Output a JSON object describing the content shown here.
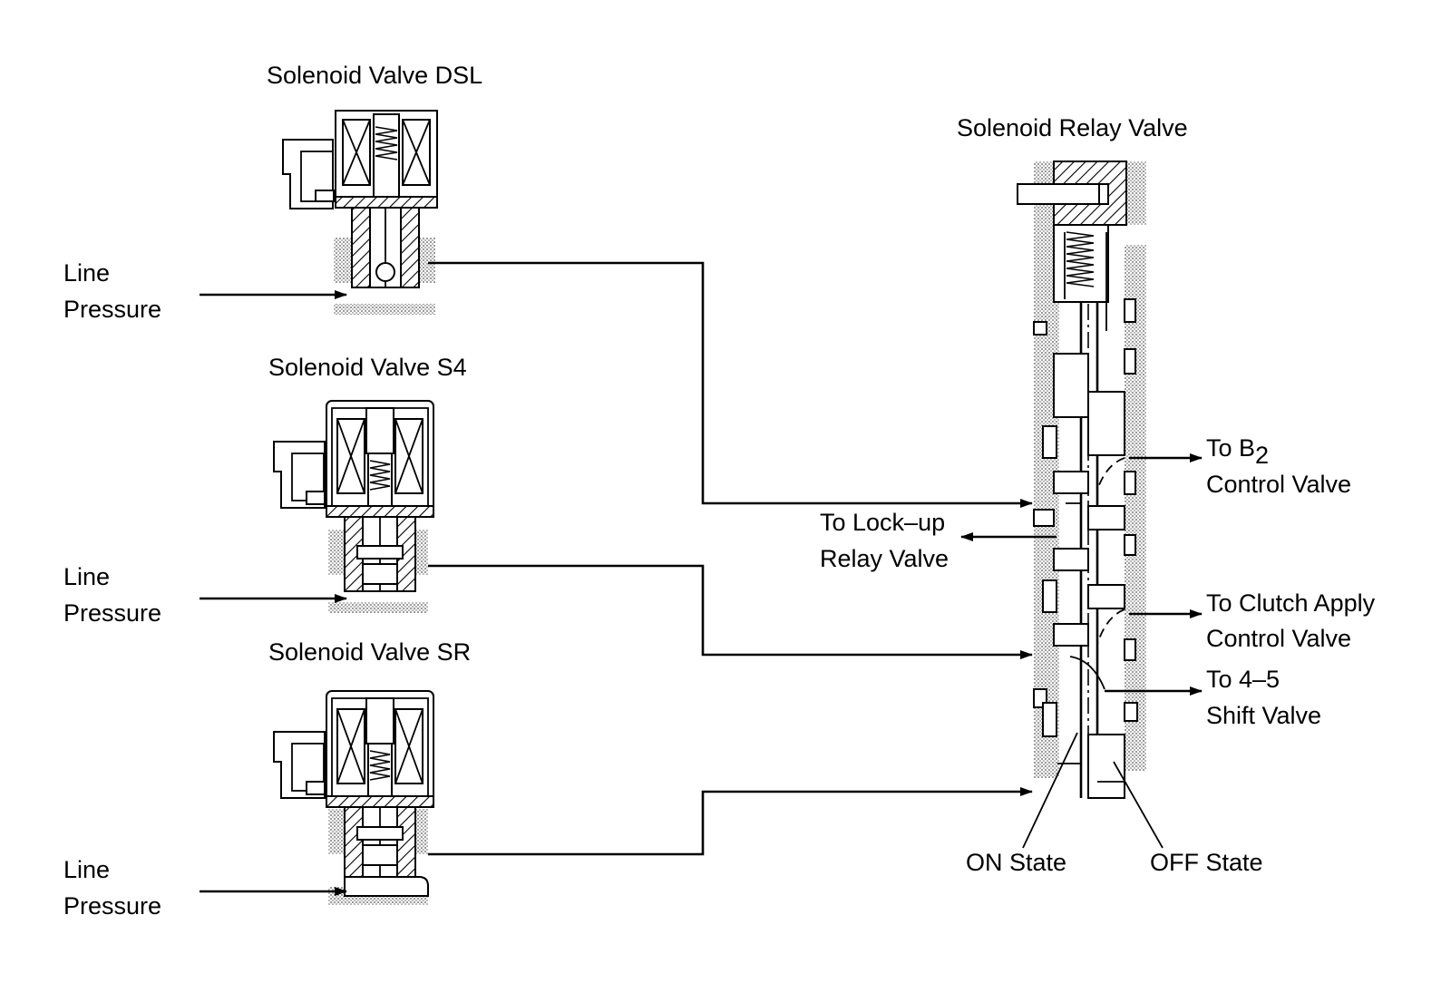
{
  "labels": {
    "dsl_title": "Solenoid Valve DSL",
    "s4_title": "Solenoid Valve S4",
    "sr_title": "Solenoid Valve SR",
    "relay_title": "Solenoid Relay Valve",
    "line_1": "Line",
    "pressure_1": "Pressure",
    "line_2": "Line",
    "pressure_2": "Pressure",
    "line_3": "Line",
    "pressure_3": "Pressure",
    "to_b2_line1_prefix": "To B",
    "to_b2_subscript": "2",
    "to_b2_line2": "Control Valve",
    "to_lockup_line1": "To Lock–up",
    "to_lockup_line2": "Relay Valve",
    "to_clutch_line1": "To Clutch Apply",
    "to_clutch_line2": "Control Valve",
    "to_45_line1": "To 4–5",
    "to_45_line2": "Shift Valve",
    "on_state": "ON State",
    "off_state": "OFF State"
  }
}
